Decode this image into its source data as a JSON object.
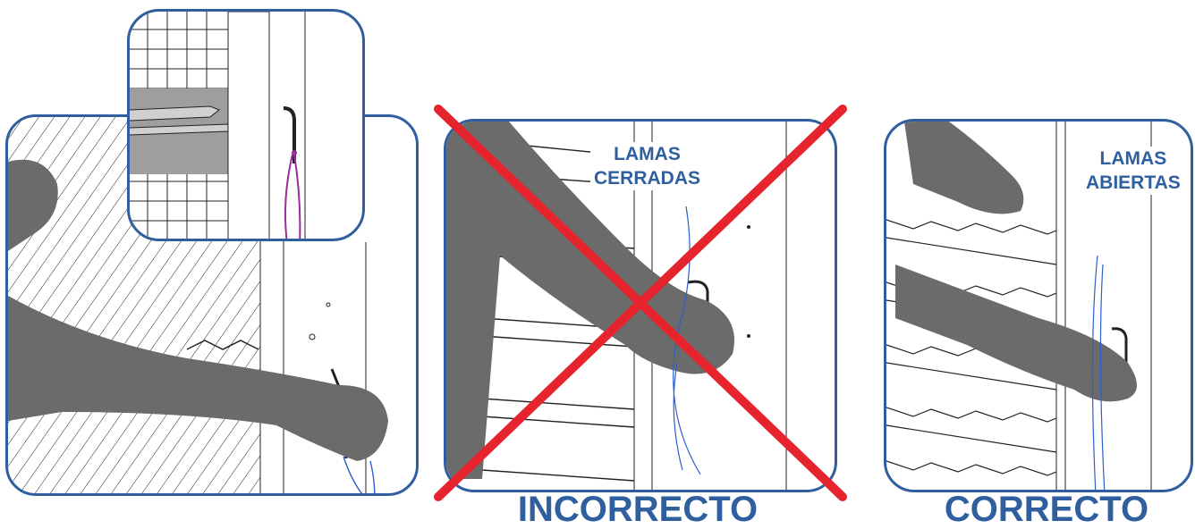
{
  "colors": {
    "frame_blue": "#2f5f9f",
    "cross_red": "#e6242e",
    "silhouette_gray": "#6b6b6b",
    "wire_purple": "#9b2d9b",
    "wire_blue": "#2b5fcc",
    "inset_sill_gray": "#9e9e9e"
  },
  "panels": {
    "left": {
      "icons": [
        "hand-silhouette-icon",
        "louver-slats-icon",
        "wall-handle-icon"
      ]
    },
    "inset": {
      "icons": [
        "grid-mesh-icon",
        "rail-profile-icon",
        "handle-icon",
        "wire-icon"
      ]
    },
    "incorrect": {
      "label_line1": "LAMAS",
      "label_line2": "CERRADAS",
      "caption": "INCORRECTO",
      "icons": [
        "hand-silhouette-icon",
        "closed-louvers-icon",
        "red-cross-icon"
      ]
    },
    "correct": {
      "label_line1": "LAMAS",
      "label_line2": "ABIERTAS",
      "caption": "CORRECTO",
      "icons": [
        "hand-silhouette-icon",
        "open-louvers-icon"
      ]
    }
  }
}
